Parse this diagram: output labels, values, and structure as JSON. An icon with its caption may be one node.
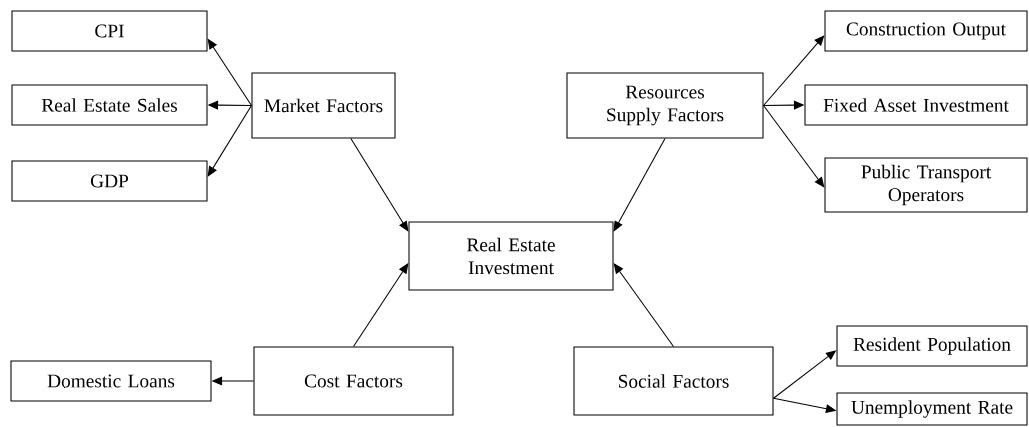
{
  "diagram": {
    "nodes": [
      {
        "text": [
          "CPI"
        ]
      },
      {
        "text": [
          "Real Estate Sales"
        ]
      },
      {
        "text": [
          "GDP"
        ]
      },
      {
        "text": [
          "Market Factors"
        ]
      },
      {
        "text": [
          "Resources Supply Factors"
        ]
      },
      {
        "text": [
          "Construction Output"
        ]
      },
      {
        "text": [
          "Fixed Asset Investment"
        ]
      },
      {
        "text": [
          "Public Transport Operators"
        ]
      },
      {
        "text": [
          "Real Estate Investment"
        ]
      },
      {
        "text": [
          "Domestic Loans"
        ]
      },
      {
        "text": [
          "Cost Factors"
        ]
      },
      {
        "text": [
          "Social Factors"
        ]
      },
      {
        "text": [
          "Resident Population"
        ]
      },
      {
        "text": [
          "Unemployment Rate"
        ]
      }
    ],
    "edges": [
      {
        "from": 3,
        "to": 0,
        "arrow": "to"
      },
      {
        "from": 3,
        "to": 1,
        "arrow": "to"
      },
      {
        "from": 3,
        "to": 2,
        "arrow": "to"
      },
      {
        "from": 4,
        "to": 5,
        "arrow": "to"
      },
      {
        "from": 4,
        "to": 6,
        "arrow": "to"
      },
      {
        "from": 4,
        "to": 7,
        "arrow": "to"
      },
      {
        "from": 3,
        "to": 8,
        "arrow": "to"
      },
      {
        "from": 4,
        "to": 8,
        "arrow": "to"
      },
      {
        "from": 10,
        "to": 8,
        "arrow": "to"
      },
      {
        "from": 11,
        "to": 8,
        "arrow": "to"
      },
      {
        "from": 10,
        "to": 9,
        "arrow": "to"
      },
      {
        "from": 11,
        "to": 12,
        "arrow": "to"
      },
      {
        "from": 11,
        "to": 13,
        "arrow": "to"
      }
    ]
  }
}
